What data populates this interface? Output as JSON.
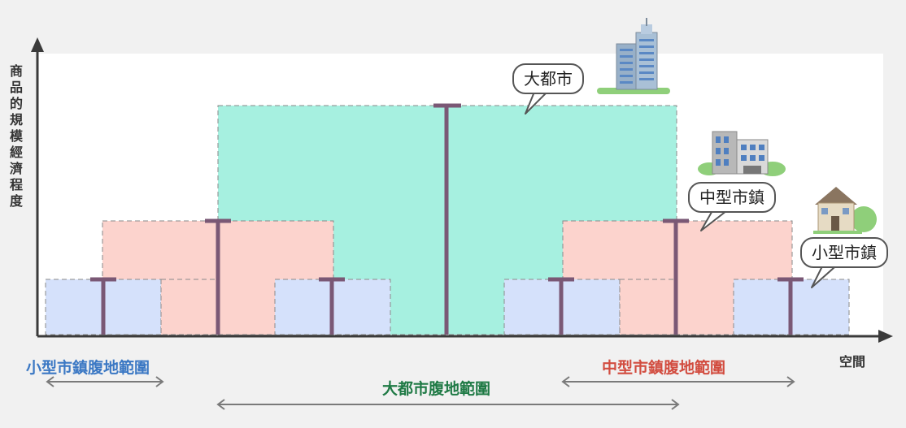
{
  "axes": {
    "y_label": "商品的規模經濟程度",
    "x_label": "空間"
  },
  "bubbles": {
    "metropolis": "大都市",
    "medium_town": "中型市鎮",
    "small_town": "小型市鎮"
  },
  "ranges": {
    "small": "小型市鎮腹地範圍",
    "metropolis": "大都市腹地範圍",
    "medium": "中型市鎮腹地範圍"
  },
  "colors": {
    "metropolis_fill": "#a6f0e0",
    "medium_fill": "#fcd3cd",
    "small_fill": "#d5e1fb",
    "pole": "#7a5875",
    "small_label": "#3b78c4",
    "metropolis_label": "#1f7a45",
    "medium_label": "#d24c3f"
  },
  "icons": [
    "skyscraper-icon",
    "office-building-icon",
    "house-icon"
  ]
}
